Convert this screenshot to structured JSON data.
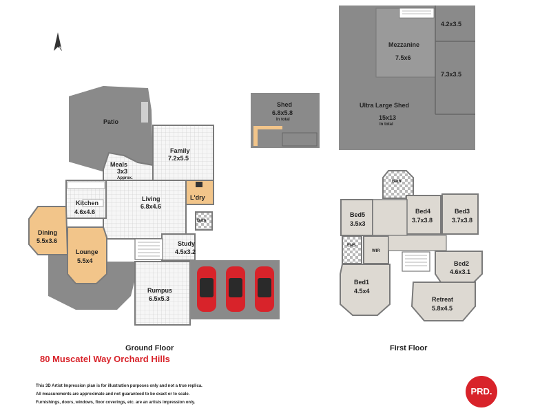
{
  "compass": {
    "label": "N"
  },
  "rooms": {
    "patio": {
      "name": "Patio"
    },
    "family": {
      "name": "Family",
      "dim": "7.2x5.5"
    },
    "meals": {
      "name": "Meals",
      "dim": "3x3",
      "note": "Approx."
    },
    "living": {
      "name": "Living",
      "dim": "6.8x4.6"
    },
    "kitchen": {
      "name": "Kitchen",
      "dim": "4.6x4.6"
    },
    "laundry": {
      "name": "L'dry"
    },
    "bath_ground": {
      "name": "Bath"
    },
    "dining": {
      "name": "Dining",
      "dim": "5.5x3.6"
    },
    "lounge": {
      "name": "Lounge",
      "dim": "5.5x4"
    },
    "study": {
      "name": "Study",
      "dim": "4.5x3.2"
    },
    "rumpus": {
      "name": "Rumpus",
      "dim": "6.5x5.3"
    },
    "shed": {
      "name": "Shed",
      "dim": "6.8x5.8",
      "note": "In total"
    },
    "ultra_shed": {
      "name": "Ultra Large Shed",
      "dim": "15x13",
      "note": "In total"
    },
    "mezzanine": {
      "name": "Mezzanine",
      "dim": "7.5x6"
    },
    "bay_top": {
      "dim": "4.2x3.5"
    },
    "bay_mid": {
      "dim": "7.3x3.5"
    },
    "bath_first": {
      "name": "Bath"
    },
    "bed5": {
      "name": "Bed5",
      "dim": "3.5x3"
    },
    "bed4": {
      "name": "Bed4",
      "dim": "3.7x3.8"
    },
    "bed3": {
      "name": "Bed3",
      "dim": "3.7x3.8"
    },
    "ens": {
      "name": "ENS"
    },
    "wir": {
      "name": "WIR"
    },
    "bed2": {
      "name": "Bed2",
      "dim": "4.6x3.1"
    },
    "bed1": {
      "name": "Bed1",
      "dim": "4.5x4"
    },
    "retreat": {
      "name": "Retreat",
      "dim": "5.8x4.5"
    }
  },
  "labels": {
    "ground_floor": "Ground Floor",
    "first_floor": "First Floor",
    "address": "80 Muscatel Way Orchard Hills"
  },
  "disclaimer": [
    "This 3D Artist Impression plan is for illustration purposes only and not a true replica.",
    "All measurements are approximate and not guaranteed to be exact or to scale.",
    "Furnishings, doors, windows, floor coverings, etc. are an artists impression only."
  ],
  "logo": {
    "text": "PRD."
  },
  "colors": {
    "wall": "#8a8a8a",
    "floor_light": "#f4f4f4",
    "timber": "#f2c58a",
    "carpet": "#ddd9d2",
    "shed_fill": "#8a8a8a",
    "car": "#d8232a",
    "brand_red": "#d8232a"
  }
}
